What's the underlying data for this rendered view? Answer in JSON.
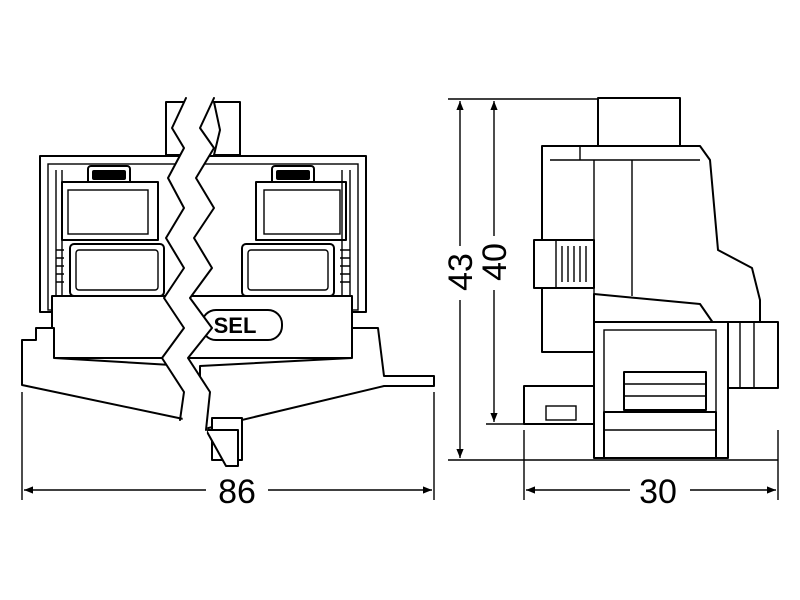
{
  "front_view": {
    "width_label": "86",
    "logo_text": "SEL"
  },
  "side_view": {
    "height_outer_label": "43",
    "height_inner_label": "40",
    "depth_label": "30"
  },
  "colors": {
    "line": "#000000",
    "background": "#ffffff"
  }
}
